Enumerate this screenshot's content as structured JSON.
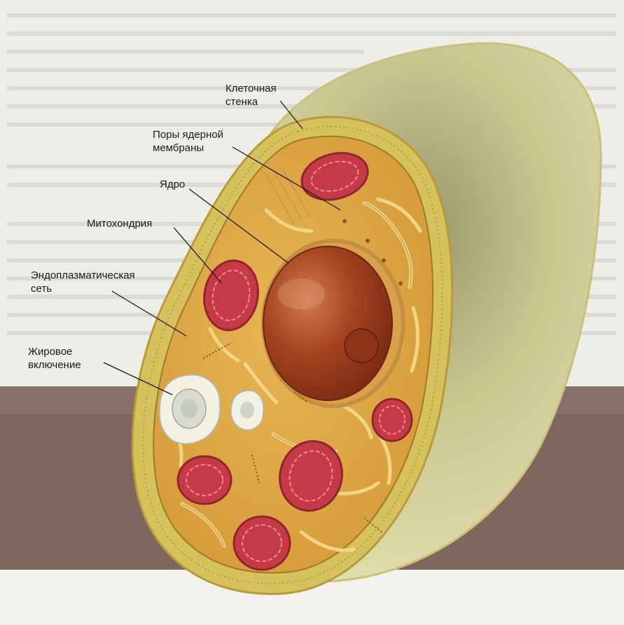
{
  "labels": {
    "cell_wall_line1": "Клеточная",
    "cell_wall_line2": "стенка",
    "nuclear_pores_line1": "Поры ядерной",
    "nuclear_pores_line2": "мембраны",
    "nucleus": "Ядро",
    "mitochondrion": "Митохондрия",
    "er_line1": "Эндоплазматическая",
    "er_line2": "сеть",
    "fat_line1": "Жировое",
    "fat_line2": "включение"
  },
  "colors": {
    "page": "#f1f0ec",
    "floor": "#7e665f",
    "cell_wall": "#d9c460",
    "cytoplasm": "#dca943",
    "nucleus": "#9b3a1d",
    "mitochondrion": "#d2404f",
    "shadow_body": "#d8d39a"
  }
}
